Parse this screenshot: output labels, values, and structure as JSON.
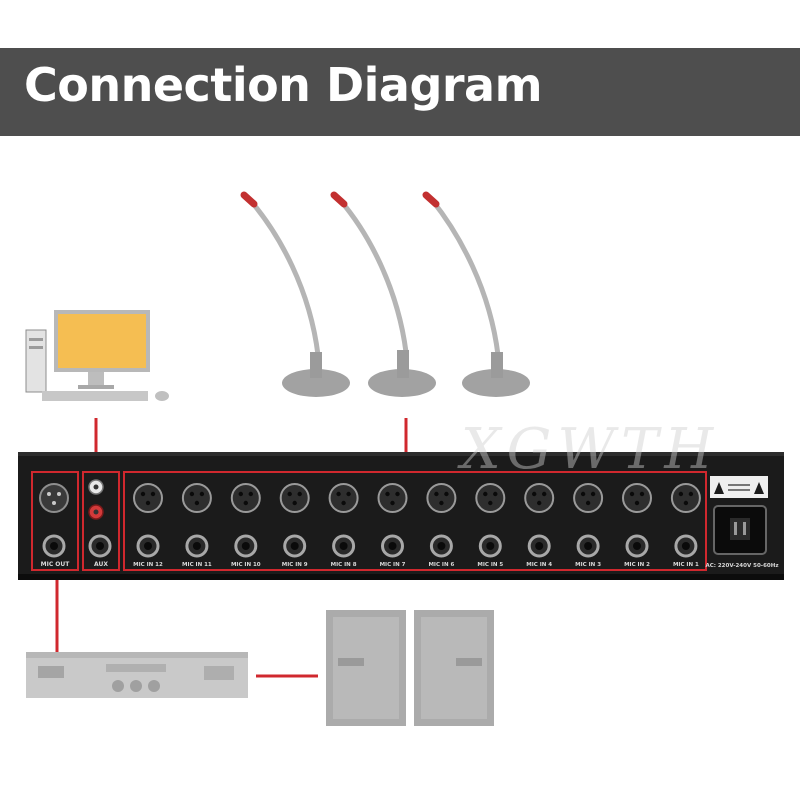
{
  "title": "Connection Diagram",
  "watermark": "XGWTH",
  "ports": {
    "mic_out": "MIC OUT",
    "aux": "AUX",
    "mic_inputs": [
      "MIC IN 12",
      "MIC IN 11",
      "MIC IN 10",
      "MIC IN 9",
      "MIC IN 8",
      "MIC IN 7",
      "MIC IN 6",
      "MIC IN 5",
      "MIC IN 4",
      "MIC IN 3",
      "MIC IN 2",
      "MIC IN 1"
    ],
    "power": "AC: 220V-240V 50-60Hz"
  },
  "colors": {
    "banner": "#4e4e4e",
    "highlight": "#d0282e",
    "device": "#1b1b1b",
    "device_graphics": "#9a9a9a"
  }
}
